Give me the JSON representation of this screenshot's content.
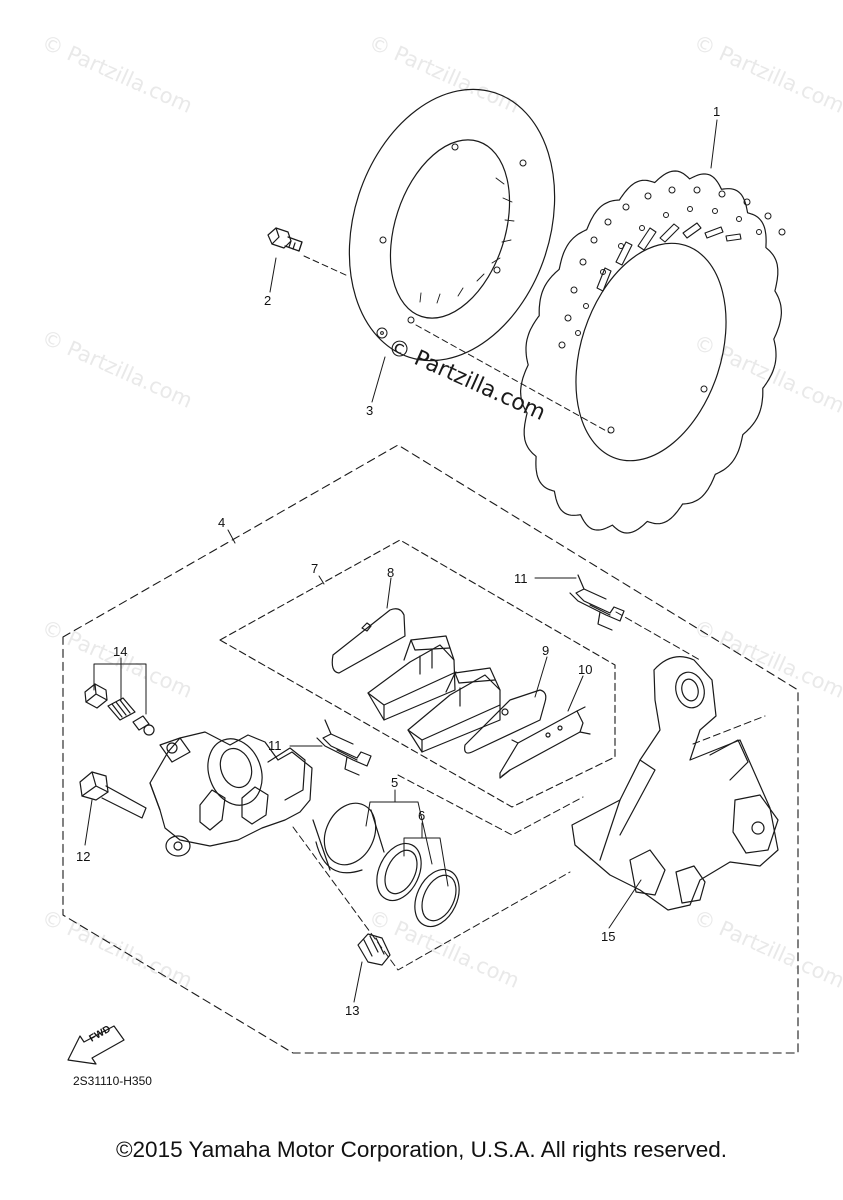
{
  "diagram": {
    "code": "2S31110-H350",
    "copyright": "©2015 Yamaha Motor Corporation, U.S.A. All rights reserved.",
    "fwd_label": "FWD",
    "watermark_text": "© Partzilla.com",
    "brand_mark": "© Partzilla.com"
  },
  "callouts": [
    "1",
    "2",
    "3",
    "4",
    "5",
    "6",
    "7",
    "8",
    "9",
    "10",
    "11",
    "11",
    "12",
    "13",
    "14",
    "15"
  ],
  "colors": {
    "line": "#1a1a1a",
    "watermark": "#e9e9e9",
    "background": "#ffffff"
  }
}
